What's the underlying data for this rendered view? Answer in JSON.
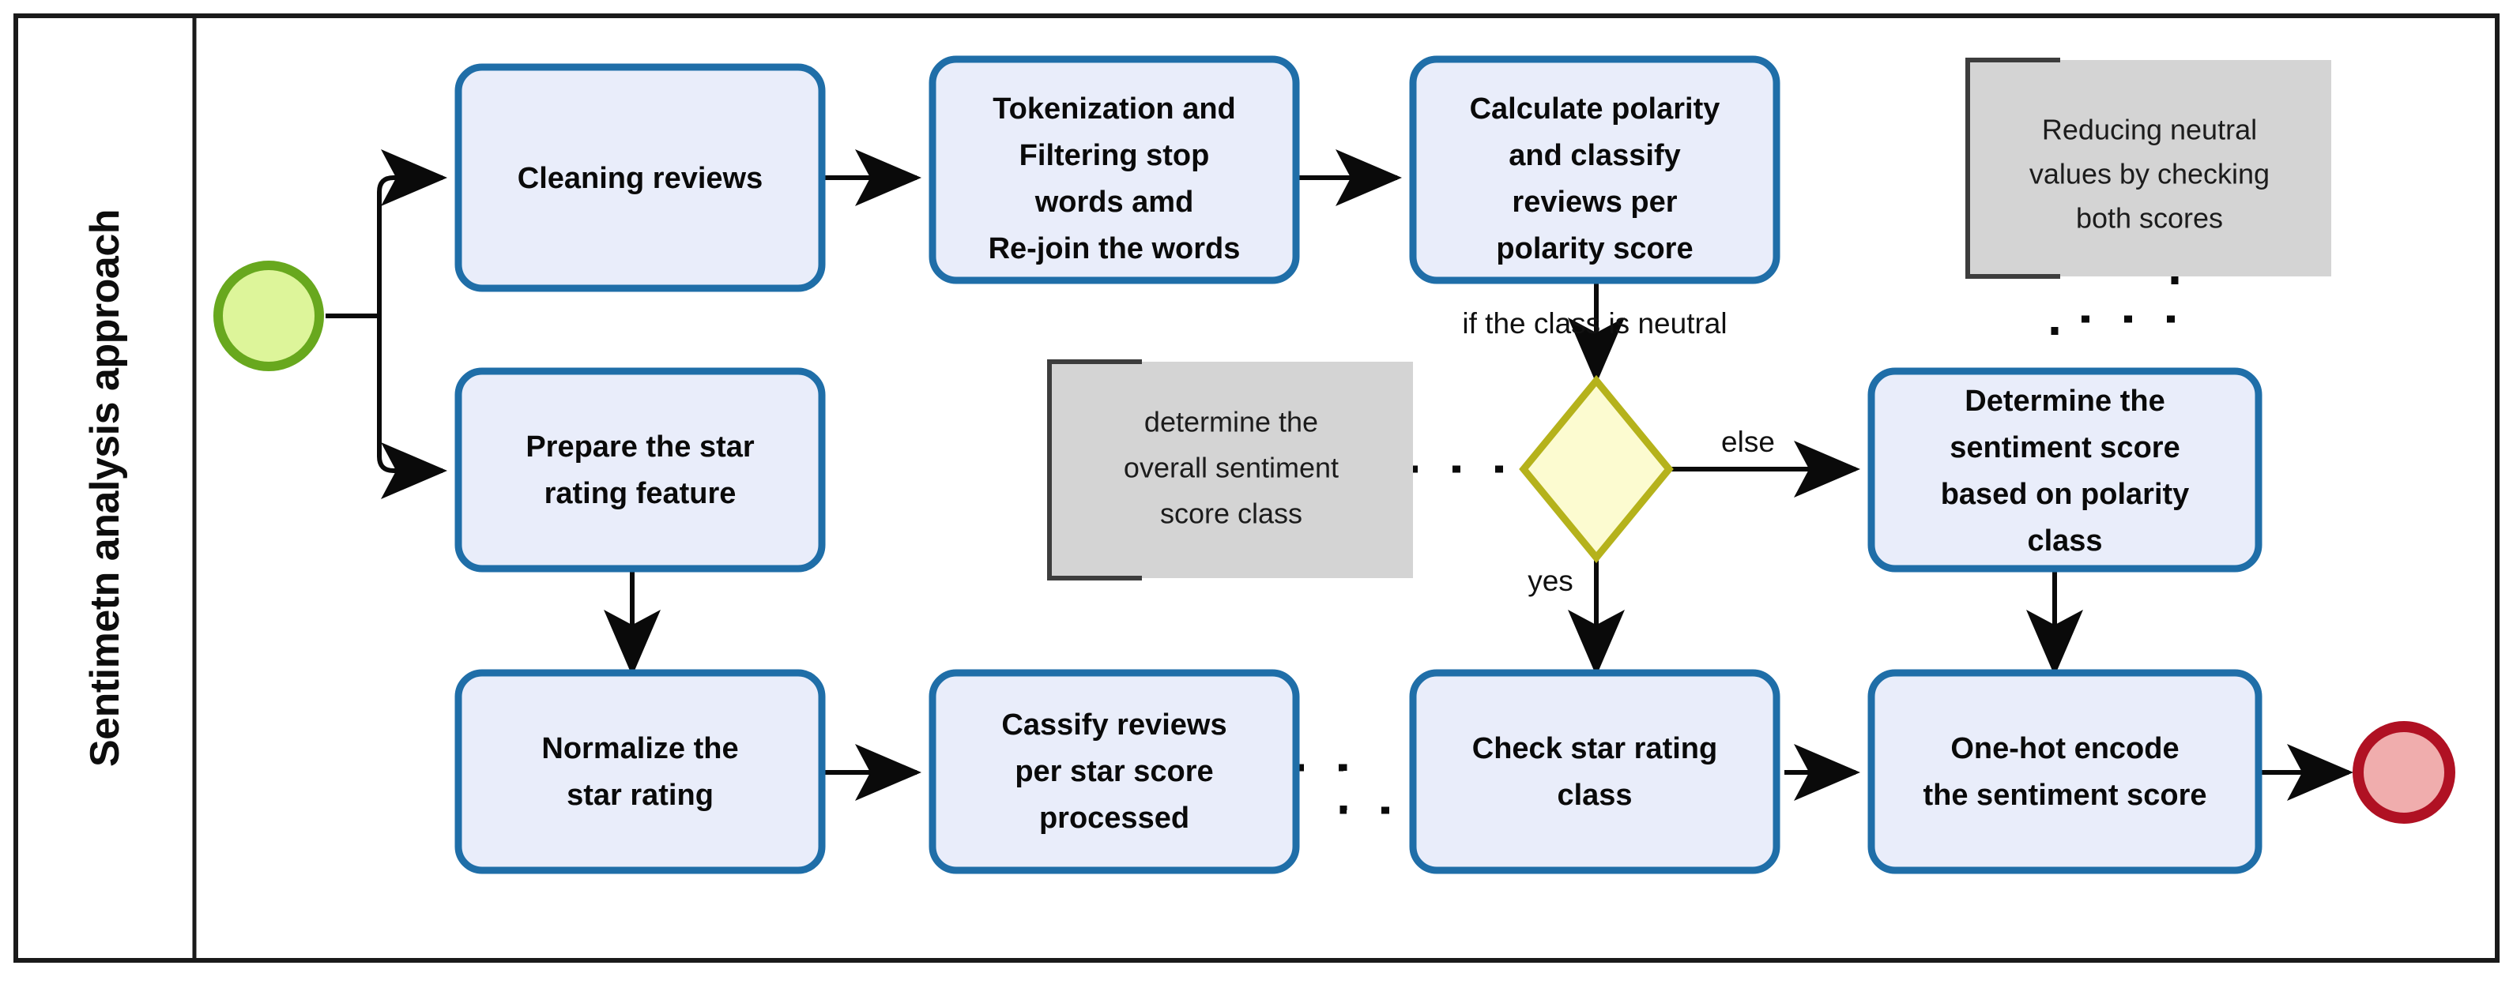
{
  "diagram": {
    "type": "bpmn-flowchart",
    "lane": {
      "title": "Sentimetn analysis approach"
    },
    "colors": {
      "task_fill": "#e9edfa",
      "task_stroke": "#1f6ea8",
      "gateway_fill": "#fcfbd0",
      "gateway_stroke": "#b5b21b",
      "start_fill": "#ddf59a",
      "start_stroke": "#68a81e",
      "end_fill": "#f0adad",
      "end_stroke": "#b01123",
      "note_fill": "#d4d4d4",
      "flow_stroke": "#0a0a0a",
      "frame_stroke": "#1a1a1a"
    },
    "events": [
      {
        "id": "start",
        "kind": "start-event",
        "label": ""
      },
      {
        "id": "end",
        "kind": "end-event",
        "label": ""
      }
    ],
    "tasks": [
      {
        "id": "cleaning-reviews",
        "lines": [
          "Cleaning reviews"
        ]
      },
      {
        "id": "tokenization",
        "lines": [
          "Tokenization and",
          "Filtering stop",
          "words amd",
          "Re-join the words"
        ]
      },
      {
        "id": "calculate-polarity",
        "lines": [
          "Calculate polarity",
          "and classify",
          "reviews per",
          "polarity score"
        ]
      },
      {
        "id": "prepare-star-rating",
        "lines": [
          "Prepare the star",
          "rating feature"
        ]
      },
      {
        "id": "determine-sentiment",
        "lines": [
          "Determine the",
          "sentiment score",
          "based on polarity",
          "class"
        ]
      },
      {
        "id": "normalize-star-rating",
        "lines": [
          "Normalize the",
          "star rating"
        ]
      },
      {
        "id": "classify-star-score",
        "lines": [
          "Cassify reviews",
          "per star score",
          "processed"
        ]
      },
      {
        "id": "check-star-rating-class",
        "lines": [
          "Check star rating",
          "class"
        ]
      },
      {
        "id": "one-hot-encode",
        "lines": [
          "One-hot encode",
          "the sentiment score"
        ]
      }
    ],
    "gateways": [
      {
        "id": "neutral-gateway",
        "kind": "exclusive",
        "label": ""
      }
    ],
    "notes": [
      {
        "id": "note-reducing-neutral",
        "lines": [
          "Reducing neutral",
          "values by checking",
          "both scores"
        ]
      },
      {
        "id": "note-determine-overall",
        "lines": [
          "determine the",
          "overall sentiment",
          "score class"
        ]
      }
    ],
    "flow_labels": {
      "if_neutral": "if the class is neutral",
      "yes": "yes",
      "else": "else"
    }
  }
}
